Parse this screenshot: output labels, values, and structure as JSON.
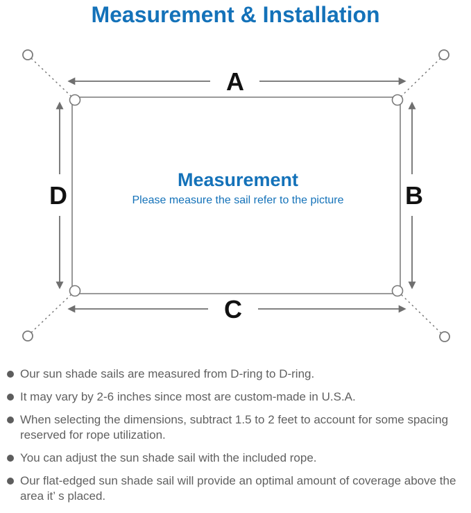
{
  "title": "Measurement & Installation",
  "diagram": {
    "labels": {
      "a": "A",
      "b": "B",
      "c": "C",
      "d": "D"
    },
    "center_title": "Measurement",
    "center_subtitle": "Please measure the sail refer to the picture"
  },
  "notes": [
    "Our sun shade sails are measured from D-ring to D-ring.",
    "It may vary by 2-6 inches since most are custom-made in U.S.A.",
    "When selecting the dimensions, subtract 1.5 to 2 feet to account for some spacing reserved for rope utilization.",
    "You can adjust the sun shade sail with the included rope.",
    "Our flat-edged sun shade sail will provide an optimal amount of coverage above the area it’ s placed."
  ],
  "colors": {
    "accent_blue": "#1472b9",
    "body_gray": "#606060",
    "line_gray": "#6f6f6f"
  }
}
